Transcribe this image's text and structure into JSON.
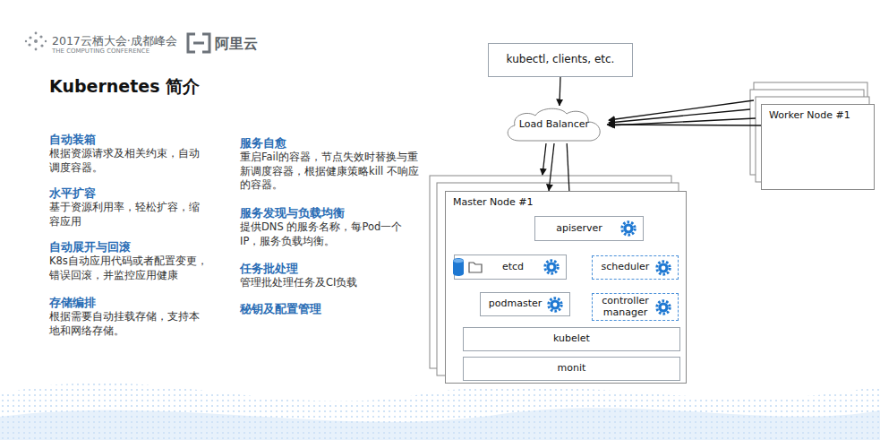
{
  "diagram": {
    "title": "Kubernetes 简介",
    "nodes": [
      {
        "text": [
          "kubectl, clients, etc."
        ]
      },
      {
        "text": [
          "Load Balancer"
        ]
      },
      {
        "text": [
          "Worker Node #1"
        ]
      },
      {
        "text": [
          "Master Node #1"
        ]
      },
      {
        "text": [
          "apiserver"
        ],
        "in": 3
      },
      {
        "text": [
          "etcd"
        ],
        "in": 3
      },
      {
        "text": [
          "scheduler"
        ],
        "in": 3
      },
      {
        "text": [
          "podmaster"
        ],
        "in": 3
      },
      {
        "text": [
          "controller manager"
        ],
        "in": 3
      },
      {
        "text": [
          "kubelet"
        ],
        "in": 3
      },
      {
        "text": [
          "monit"
        ],
        "in": 3
      }
    ],
    "edges": [
      {
        "from": 0,
        "to": 1,
        "arrow": "to"
      },
      {
        "from": 1,
        "to": 4,
        "arrow": "to"
      },
      {
        "from": 1,
        "to": 3,
        "arrow": "to"
      },
      {
        "from": 2,
        "to": 1,
        "arrow": "to"
      },
      {
        "from": 5,
        "to": 4,
        "arrow": "to"
      },
      {
        "from": 6,
        "to": 4,
        "arrow": "to"
      },
      {
        "from": 8,
        "to": 4,
        "arrow": "to"
      },
      {
        "from": 7,
        "to": 5,
        "arrow": "to"
      },
      {
        "from": 7,
        "to": 6,
        "arrow": "to"
      },
      {
        "from": 7,
        "to": 8,
        "arrow": "to"
      }
    ],
    "labels": [
      "2017云栖大会·成都峰会",
      "THE COMPUTING CONFERENCE",
      "阿里云",
      "自动装箱",
      "根据资源请求及相关约束，自动调度容器。",
      "水平扩容",
      "基于资源利用率，轻松扩容，缩容应用",
      "自动展开与回滚",
      "K8s自动应用代码或者配置变更，错误回滚，并监控应用健康",
      "存储编排",
      "根据需要自动挂载存储，支持本地和网络存储。",
      "服务自愈",
      "重启Fail的容器，节点失效时替换与重新调度容器，根据健康策略kill 不响应的容器。",
      "服务发现与负载均衡",
      "提供DNS 的服务名称，每Pod一个IP，服务负载均衡。",
      "任务批处理",
      "管理批处理任务及CI负载",
      "秘钥及配置管理"
    ]
  }
}
